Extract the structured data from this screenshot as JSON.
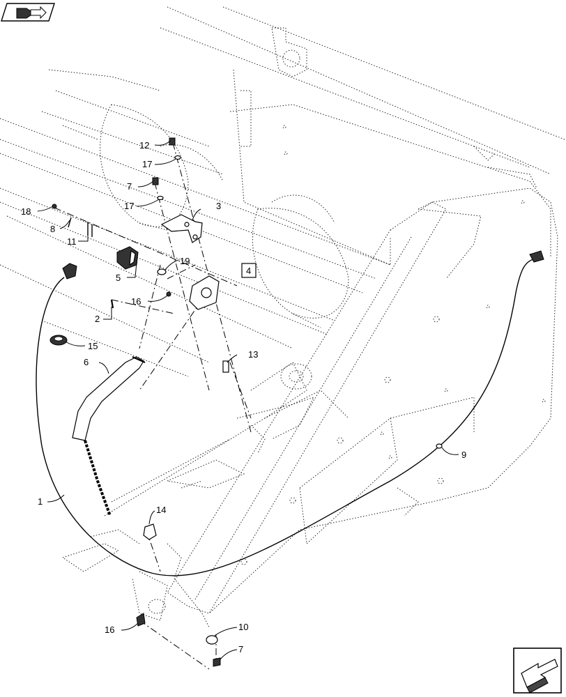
{
  "icons": {
    "top_left": "page-navigation-icon",
    "bottom_right": "next-page-arrow-icon"
  },
  "callouts": {
    "c1": "1",
    "c2": "2",
    "c3": "3",
    "c4": "4",
    "c5": "5",
    "c6": "6",
    "c7a": "7",
    "c7b": "7",
    "c8": "8",
    "c9": "9",
    "c10": "10",
    "c11": "11",
    "c12": "12",
    "c13": "13",
    "c14": "14",
    "c15": "15",
    "c16a": "16",
    "c16b": "16",
    "c17a": "17",
    "c17b": "17",
    "c18": "18",
    "c19": "19"
  }
}
